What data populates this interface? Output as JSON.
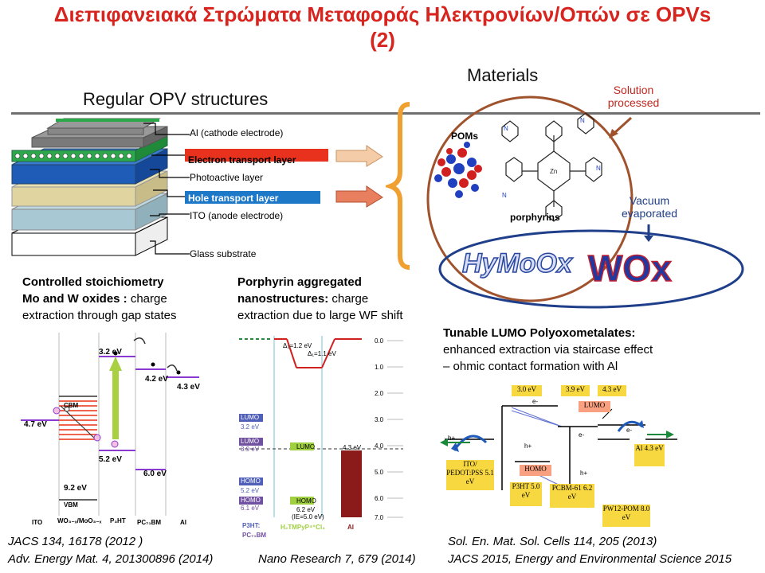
{
  "title": {
    "line1": "Διεπιφανειακά Στρώματα Μεταφοράς Ηλεκτρονίων/Οπών σε OPVs",
    "line2": "(2)"
  },
  "headers": {
    "regular": "Regular OPV structures",
    "materials": "Materials"
  },
  "layers": {
    "al": "Al (cathode electrode)",
    "etl": "Electron transport layer",
    "active": "Photoactive layer",
    "htl": "Hole transport layer",
    "ito": "ITO (anode electrode)",
    "glass": "Glass substrate"
  },
  "materials": {
    "solution": "Solution processed",
    "poms": "POMs",
    "porphyrins": "porphyrins",
    "vacuum": "Vacuum evaporated",
    "hymoox": "HyMoOx",
    "wox": "WOx"
  },
  "colors": {
    "title_red": "#d8241e",
    "bracket_orange": "#f0a030",
    "circle_brown": "#a0522d",
    "ellipse_blue": "#1f3f8a",
    "etl_red": "#e8321e",
    "htl_blue": "#1e78c8"
  },
  "panel1": {
    "heading_bold": "Controlled stoichiometry",
    "line2_bold": "Mo and W oxides :",
    "line2_rest": " charge",
    "line3": "extraction through gap states",
    "labels": {
      "e32": "3.2 eV",
      "e42": "4.2 eV",
      "e43": "4.3 eV",
      "e47": "4.7 eV",
      "e52": "5.2 eV",
      "e60": "6.0 eV",
      "e92": "9.2 eV",
      "cbm": "CBM",
      "vbm": "VBM",
      "ito": "ITO",
      "wo": "WO₃₋ₓ/MoO₃₋ₓ",
      "p3ht": "P₃HT",
      "pcbm": "PC₇₁BM",
      "al": "Al"
    },
    "ref1": "JACS 134, 16178 (2012 )",
    "ref2": "Adv. Energy Mat. 4, 201300896 (2014)"
  },
  "panel2": {
    "heading_bold": "Porphyrin aggregated",
    "line2_bold": "nanostructures:",
    "line2_rest": " charge",
    "line3": "extraction due to large WF shift",
    "labels": {
      "d2": "Δ₂=1.2 eV",
      "d1": "Δ₁=1.1 eV",
      "lumo1": "LUMO",
      "lumo1v": "3.2 eV",
      "lumo2": "LUMO",
      "lumo2v": "3.9 eV",
      "lumo3": "LUMO",
      "homo1": "HOMO",
      "homo1v": "5.2 eV",
      "homo2": "HOMO",
      "homo2v": "6.1 eV",
      "homo3": "HOMO",
      "homo3v": "6.2 eV",
      "ie": "(IE=5.0 eV)",
      "al43": "4.3 eV",
      "p3ht": "P3HT:",
      "pcbm": "PC₇₁BM",
      "h2": "H₂TMPyP⁴⁺Cl₄",
      "al": "Al"
    },
    "scale": [
      "0.0",
      "1.0",
      "2.0",
      "3.0",
      "4.0",
      "5.0",
      "6.0",
      "7.0"
    ],
    "ref": "Nano Research 7, 679 (2014)"
  },
  "panel3": {
    "heading": "Tunable LUMO Polyoxometalates:",
    "line2": "enhanced extraction via staircase effect",
    "line3": "– ohmic contact formation with Al",
    "boxes": {
      "b30": "3.0 eV",
      "b39": "3.9 eV",
      "b43": "4.3 eV",
      "lumo": "LUMO",
      "homo": "HOMO",
      "ito": "ITO/ PEDOT:PSS 5.1 eV",
      "p3ht": "P3HT 5.0 eV",
      "pcbm": "PCBM-61 6.2 eV",
      "al": "Al 4.3 eV",
      "pw": "PW12-POM 8.0 eV"
    },
    "carriers": {
      "e": "e-",
      "h": "h+"
    },
    "ref1": "Sol. En. Mat. Sol. Cells  114, 205 (2013)",
    "ref2": "JACS 2015, Energy and Environmental Science 2015"
  }
}
